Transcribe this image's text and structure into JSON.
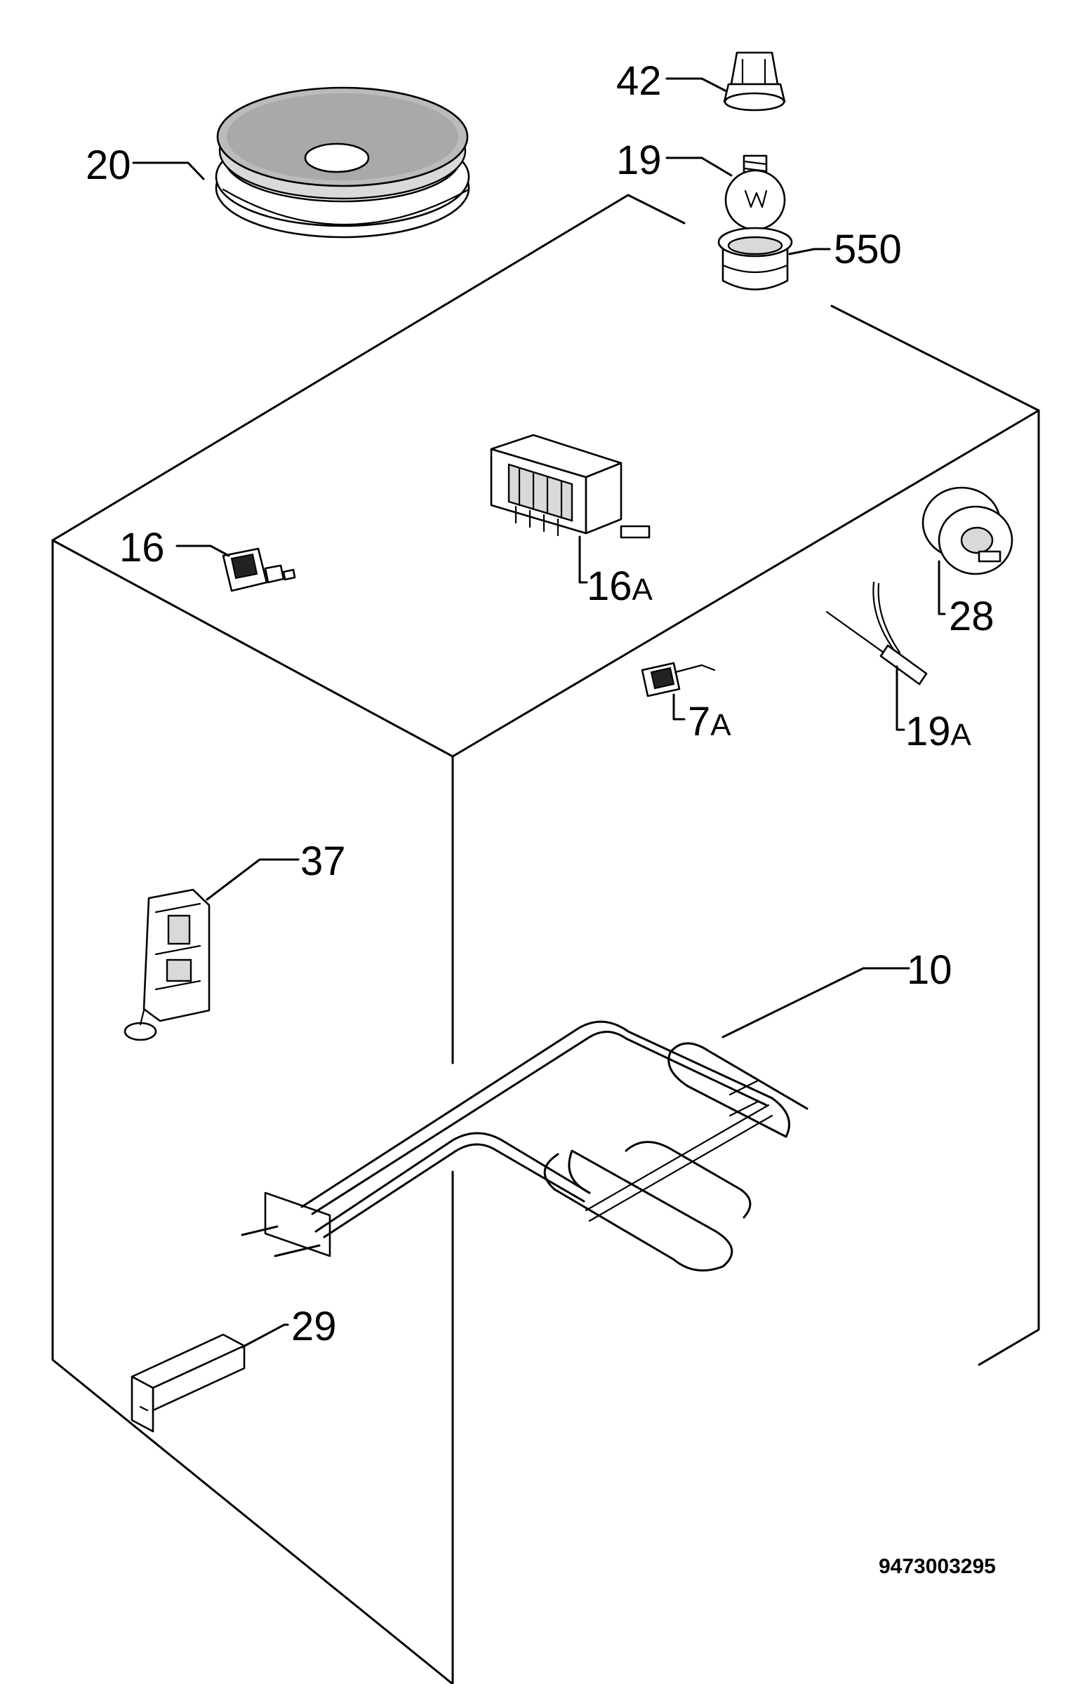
{
  "diagram": {
    "document_code": "9473003295",
    "callouts": [
      {
        "id": "42",
        "text": "42"
      },
      {
        "id": "20",
        "text": "20"
      },
      {
        "id": "19",
        "text": "19"
      },
      {
        "id": "550",
        "text": "550"
      },
      {
        "id": "16",
        "text": "16"
      },
      {
        "id": "16A",
        "num": "16",
        "suffix": "A"
      },
      {
        "id": "28",
        "text": "28"
      },
      {
        "id": "7A",
        "num": "7",
        "suffix": "A"
      },
      {
        "id": "19A",
        "num": "19",
        "suffix": "A"
      },
      {
        "id": "37",
        "text": "37"
      },
      {
        "id": "10",
        "text": "10"
      },
      {
        "id": "29",
        "text": "29"
      }
    ]
  }
}
